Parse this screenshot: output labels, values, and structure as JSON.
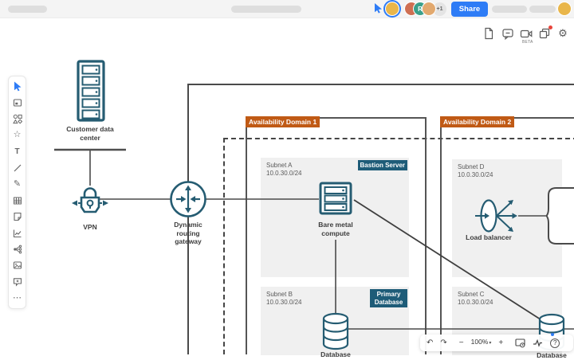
{
  "topbar": {
    "share_label": "Share",
    "overflow_badge": "+1",
    "avatar_initial": "R",
    "accent_blue": "#2e7cf6"
  },
  "doc_toolbar": {
    "beta_label": "BETA",
    "icons": [
      "document-icon",
      "comment-icon",
      "camera-icon",
      "frames-icon",
      "settings-gear-icon"
    ]
  },
  "sidebar": {
    "tools": [
      "select",
      "frame",
      "shapes",
      "star",
      "text",
      "line",
      "pencil",
      "table",
      "sticky-note",
      "chart",
      "mind-map",
      "image",
      "comment",
      "more"
    ]
  },
  "diagram": {
    "nodes": {
      "customer_data_center": "Customer data center",
      "vpn": "VPN",
      "drg": "Dynamic routing gateway",
      "bare_metal": "Bare metal compute",
      "database1": "Database",
      "database2": "Database",
      "load_balancer": "Load balancer"
    },
    "domains": [
      {
        "label": "Availability Domain 1"
      },
      {
        "label": "Availability Domain 2"
      }
    ],
    "subnets": [
      {
        "name": "Subnet A",
        "cidr": "10.0.30.0/24",
        "badge": "Bastion Server"
      },
      {
        "name": "Subnet B",
        "cidr": "10.0.30.0/24",
        "badge": "Primary Database"
      },
      {
        "name": "Subnet D",
        "cidr": "10.0.30.0/24",
        "badge": ""
      },
      {
        "name": "Subnet C",
        "cidr": "10.0.30.0/24",
        "badge": ""
      }
    ],
    "colors": {
      "icon_teal": "#255c72",
      "badge_teal": "#1e5c78",
      "domain_orange": "#c05a15",
      "connector": "#4a4a4a",
      "subnet_bg": "#f0f0f0"
    }
  },
  "bottom_toolbar": {
    "zoom_level": "100%"
  }
}
